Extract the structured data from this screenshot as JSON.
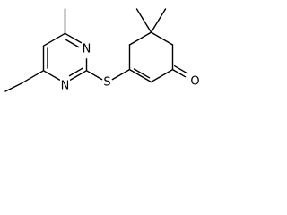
{
  "diagram": {
    "type": "chemical-structure",
    "atoms": {
      "n_upper": "N",
      "n_lower": "N",
      "s": "S",
      "o": "O"
    },
    "colors": {
      "bond": "#000000",
      "label": "#000000",
      "background": "#ffffff"
    }
  }
}
